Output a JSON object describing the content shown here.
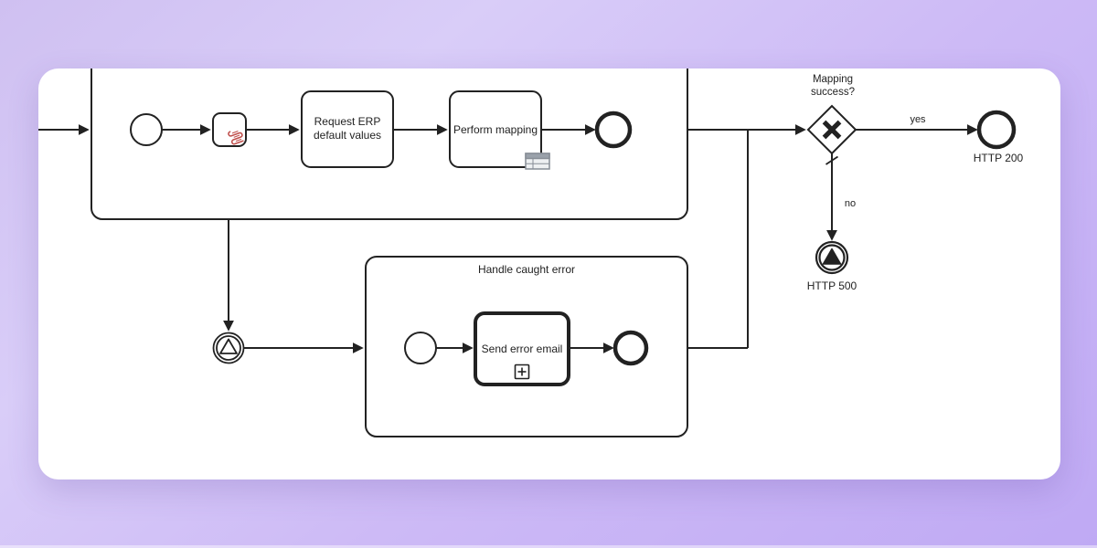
{
  "colors": {
    "background_top": "#d9cdf8",
    "background_bottom": "#bfa9f4",
    "card": "#ffffff",
    "stroke": "#222222",
    "script_icon": "#c0504d",
    "table_icon_border": "#878d96",
    "table_icon_header": "#9aa1aa"
  },
  "main_process": {
    "subprocess_top": {
      "start_event": {
        "type": "start-event"
      },
      "script_task": {
        "marker": "script-scroll-icon"
      },
      "task_request_erp": {
        "label_line1": "Request ERP",
        "label_line2": "default values"
      },
      "task_perform_mapping": {
        "label": "Perform mapping",
        "marker": "business-rule-table-icon"
      },
      "end_event": {
        "type": "end-event"
      }
    },
    "signal_catch_event": {
      "icon": "signal-triangle-outline"
    },
    "subprocess_error": {
      "title": "Handle caught error",
      "start_event": {
        "type": "start-event"
      },
      "call_activity": {
        "label": "Send error email",
        "marker": "subprocess-plus-icon"
      },
      "end_event": {
        "type": "end-event"
      }
    },
    "gateway": {
      "label_line1": "Mapping",
      "label_line2": "success?",
      "marker": "x-marker",
      "yes_label": "yes",
      "no_label": "no"
    },
    "end_http200": {
      "label": "HTTP 200"
    },
    "end_http500": {
      "label": "HTTP 500",
      "icon": "signal-triangle-filled"
    }
  }
}
